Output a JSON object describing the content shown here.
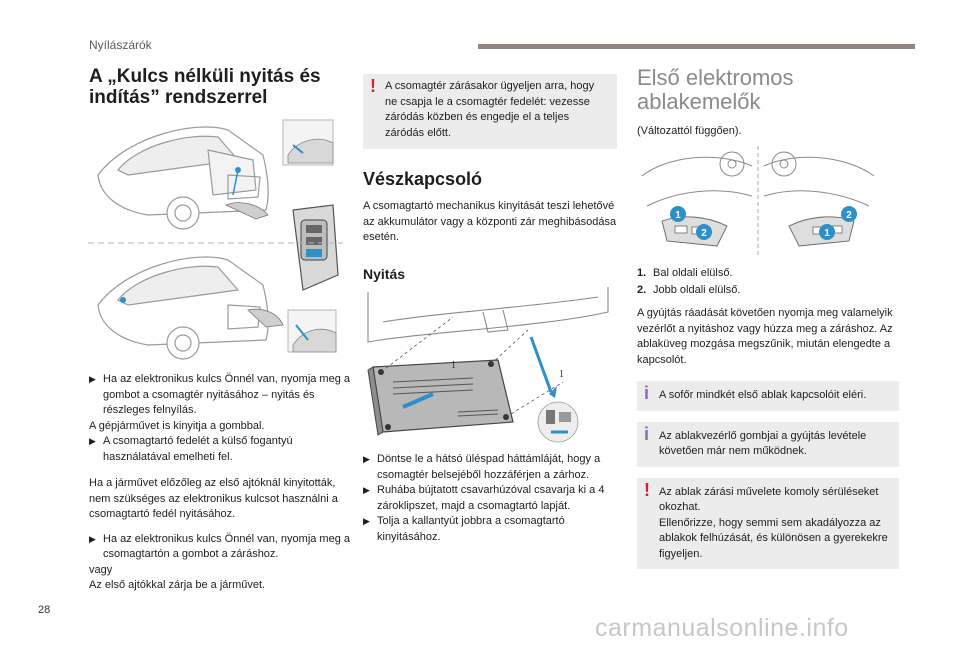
{
  "header": {
    "section": "Nyílászárók"
  },
  "page_number": "28",
  "watermark": "carmanualsonline.info",
  "col1": {
    "title": "A „Kulcs nélküli nyitás és indítás” rendszerrel",
    "bullet1": "Ha az elektronikus kulcs Önnél van, nyomja meg a gombot a csomagtér nyitásához – nyitás és részleges felnyílás.",
    "line1": "A gépjárművet is kinyitja a gombbal.",
    "bullet2": "A csomagtartó fedelét a külső fogantyú használatával emelheti fel.",
    "para1": "Ha a járművet előzőleg az első ajtóknál kinyitották, nem szükséges az elektronikus kulcsot használni a csomagtartó fedél nyitásához.",
    "bullet3": "Ha az elektronikus kulcs Önnél van, nyomja meg a csomagtartón a gombot a záráshoz.",
    "line2": "vagy",
    "line3": "Az első ajtókkal zárja be a járművet."
  },
  "col2": {
    "warning": "A csomagtér zárásakor ügyeljen arra, hogy ne csapja le a csomagtér fedelét: vezesse záródás közben és engedje el a teljes záródás előtt.",
    "title": "Vészkapcsoló",
    "intro": "A csomagtartó mechanikus kinyitását teszi lehetővé az akkumulátor vagy a központi zár meghibásodása esetén.",
    "subtitle": "Nyitás",
    "diagram_label": "1",
    "bullet1": "Döntse le a hátsó üléspad háttámláját, hogy a csomagtér belsejéből hozzáférjen a zárhoz.",
    "bullet2": "Ruhába bújtatott csavarhúzóval csavarja ki a 4 zároklipszet, majd a csomagtartó lapját.",
    "bullet3": "Tolja a kallantyút jobbra a csomagtartó kinyitásához."
  },
  "col3": {
    "title": "Első elektromos ablakemelők",
    "subtitle": "(Változattól függően).",
    "labels": {
      "one": "1",
      "two": "2"
    },
    "items": [
      {
        "num": "1.",
        "text": "Bal oldali elülső."
      },
      {
        "num": "2.",
        "text": "Jobb oldali elülső."
      }
    ],
    "para": "A gyújtás ráadását követően nyomja meg valamelyik vezérlőt a nyitáshoz vagy húzza meg a záráshoz. Az ablaküveg mozgása megszűnik, miután elengedte a kapcsolót.",
    "info1": "A sofőr mindkét első ablak kapcsolóit eléri.",
    "info2": "Az ablakvezérlő gombjai a gyújtás levétele követően már nem működnek.",
    "warning_lines": [
      "Az ablak zárási művelete komoly sérüléseket okozhat.",
      "Ellenőrizze, hogy semmi sem akadályozza az ablakok felhúzását, és különösen a gyerekekre figyeljen."
    ]
  },
  "colors": {
    "warning": "#d3222a",
    "info": "#8b6bb5",
    "accent_blue": "#2e8fc9"
  }
}
